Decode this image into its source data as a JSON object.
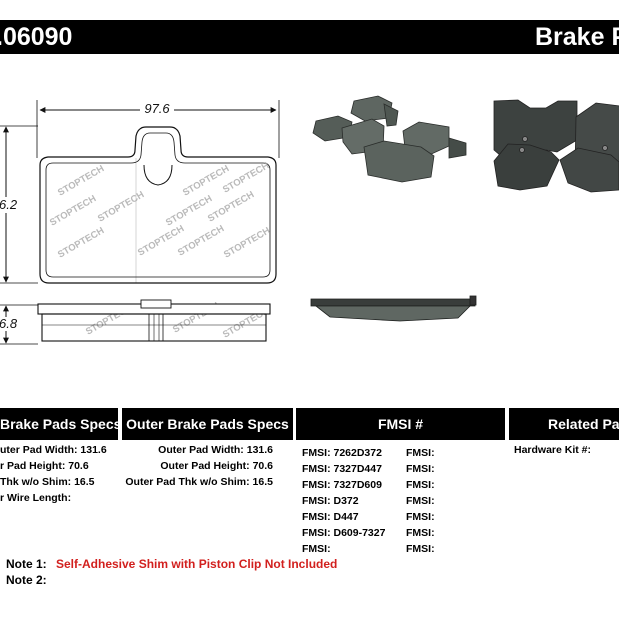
{
  "header": {
    "part_number": ".06090",
    "title": "Brake P"
  },
  "drawing": {
    "width_dim": "97.6",
    "height_dim": "6.2",
    "thickness_dim": "6.8",
    "watermark": "STOPTECH"
  },
  "inner_specs": {
    "heading": "Brake Pads Specs",
    "rows": [
      "uter Pad Width: 131.6",
      "r Pad Height: 70.6",
      "Thk w/o Shim: 16.5",
      "r Wire Length:"
    ]
  },
  "outer_specs": {
    "heading": "Outer Brake Pads Specs",
    "rows": [
      "Outer Pad Width: 131.6",
      "Outer Pad Height: 70.6",
      "Outer Pad Thk w/o Shim: 16.5"
    ]
  },
  "fmsi": {
    "heading": "FMSI #",
    "left": [
      "FMSI:  7262D372",
      "FMSI:  7327D447",
      "FMSI:  7327D609",
      "FMSI:  D372",
      "FMSI:  D447",
      "FMSI:  D609-7327",
      "FMSI:"
    ],
    "right": [
      "FMSI:",
      "FMSI:",
      "FMSI:",
      "FMSI:",
      "FMSI:",
      "FMSI:",
      "FMSI:"
    ]
  },
  "related": {
    "heading": "Related Par",
    "hardware_label": "Hardware Kit #:"
  },
  "notes": {
    "note1_label": "Note 1:",
    "note1_text": "Self-Adhesive Shim with Piston Clip Not Included",
    "note2_label": "Note 2:"
  },
  "colors": {
    "bar": "#000000",
    "note_red": "#d2201e",
    "pad_gray": "#5f6762",
    "plate_gray": "#3c403e"
  }
}
